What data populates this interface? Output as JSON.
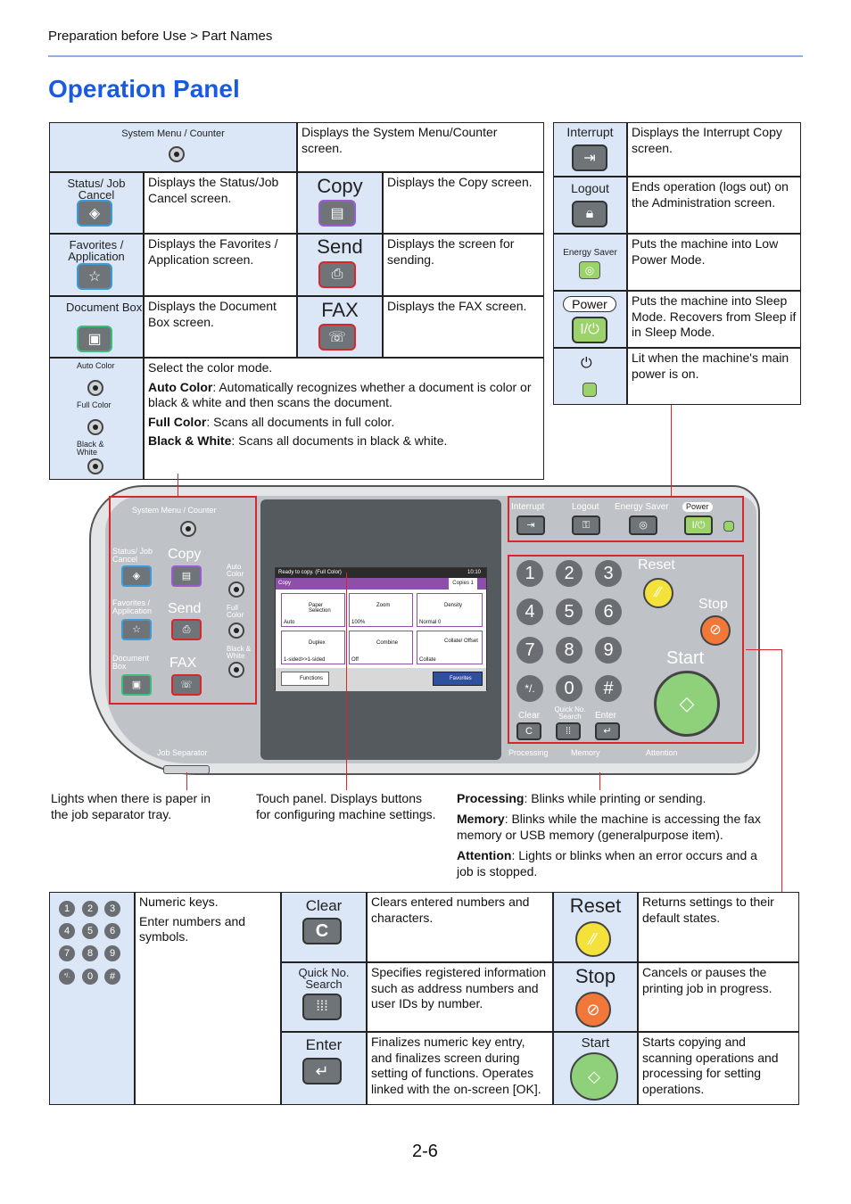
{
  "header": {
    "breadcrumb": "Preparation before Use > Part Names",
    "title": "Operation Panel"
  },
  "top_table": {
    "system_menu": {
      "key": "System Menu / Counter",
      "desc": "Displays the System Menu/Counter screen."
    },
    "status": {
      "key": "Status/ Job Cancel",
      "desc": "Displays the Status/Job Cancel screen."
    },
    "copy": {
      "key": "Copy",
      "desc": "Displays the Copy screen."
    },
    "favorites": {
      "key": "Favorites / Application",
      "desc": "Displays the Favorites / Application screen."
    },
    "send": {
      "key": "Send",
      "desc": "Displays the screen for sending."
    },
    "docbox": {
      "key": "Document Box",
      "desc": "Displays the Document Box screen."
    },
    "fax": {
      "key": "FAX",
      "desc": "Displays the FAX screen."
    },
    "color": {
      "auto_key": "Auto Color",
      "full_key": "Full Color",
      "bw_key": "Black & White",
      "intro": "Select the color mode.",
      "auto_title": "Auto Color",
      "auto_text": ": Automatically recognizes whether a document is color or black & white and then scans the document.",
      "full_title": "Full Color",
      "full_text": ": Scans all documents in full color.",
      "bw_title": "Black & White",
      "bw_text": ": Scans all documents in black & white."
    }
  },
  "right_table": {
    "interrupt": {
      "key": "Interrupt",
      "desc": "Displays the Interrupt Copy screen."
    },
    "logout": {
      "key": "Logout",
      "desc": "Ends operation (logs out) on the Administration screen."
    },
    "energy": {
      "key": "Energy Saver",
      "desc": "Puts the machine into Low Power Mode."
    },
    "power": {
      "key": "Power",
      "desc": "Puts the machine into Sleep Mode. Recovers from Sleep if in Sleep Mode."
    },
    "main_power": {
      "desc": "Lit when the machine's main power is on."
    }
  },
  "panel": {
    "system_menu": "System Menu / Counter",
    "status": "Status/ Job Cancel",
    "copy": "Copy",
    "favorites": "Favorites / Application",
    "send": "Send",
    "docbox": "Document Box",
    "fax": "FAX",
    "auto": "Auto Color",
    "full": "Full Color",
    "bw": "Black & White",
    "job_separator": "Job Separator",
    "interrupt": "Interrupt",
    "logout": "Logout",
    "energy": "Energy Saver",
    "power": "Power",
    "reset": "Reset",
    "stop": "Stop",
    "start": "Start",
    "clear": "Clear",
    "quick": "Quick No. Search",
    "enter": "Enter",
    "processing": "Processing",
    "memory": "Memory",
    "attention": "Attention",
    "keys": [
      "1",
      "2",
      "3",
      "4",
      "5",
      "6",
      "7",
      "8",
      "9",
      "*/.",
      "0",
      "#"
    ],
    "screen": {
      "status": "Ready to copy. (Full Color)",
      "time": "10:10",
      "tab": "Copy",
      "copies_label": "Copies",
      "copies": "1",
      "paper": "Paper Selection",
      "paper_val": "Auto",
      "zoom": "Zoom",
      "zoom_val": "100%",
      "density": "Density",
      "density_val": "Normal 0",
      "duplex": "Duplex",
      "duplex_val": "1-sided>>1-sided",
      "combine": "Combine",
      "combine_val": "Off",
      "collate": "Collate/ Offset",
      "collate_val": "Collate",
      "functions": "Functions",
      "favorites": "Favorites"
    }
  },
  "captions": {
    "separator": "Lights when there is paper in the job separator tray.",
    "touch": "Touch panel. Displays buttons for configuring machine settings.",
    "processing_title": "Processing",
    "processing_text": ": Blinks while printing or sending.",
    "memory_title": "Memory",
    "memory_text": ": Blinks while the machine is accessing the fax memory or USB memory (generalpurpose item).",
    "attention_title": "Attention",
    "attention_text": ": Lights or blinks when an error occurs and a job is stopped."
  },
  "bottom_table": {
    "numeric": {
      "line1": "Numeric keys.",
      "line2": "Enter numbers and symbols."
    },
    "clear": {
      "key": "Clear",
      "desc": "Clears entered numbers and characters."
    },
    "reset": {
      "key": "Reset",
      "desc": "Returns settings to their default states."
    },
    "quick": {
      "key": "Quick No. Search",
      "desc": "Specifies registered information such as address numbers and user IDs by number."
    },
    "stop": {
      "key": "Stop",
      "desc": "Cancels or pauses the printing job in progress."
    },
    "enter": {
      "key": "Enter",
      "desc": "Finalizes numeric key entry, and finalizes screen during setting of functions. Operates linked with the on-screen [OK]."
    },
    "start": {
      "key": "Start",
      "desc": "Starts copying and scanning operations and processing for setting operations."
    }
  },
  "page_number": "2-6"
}
